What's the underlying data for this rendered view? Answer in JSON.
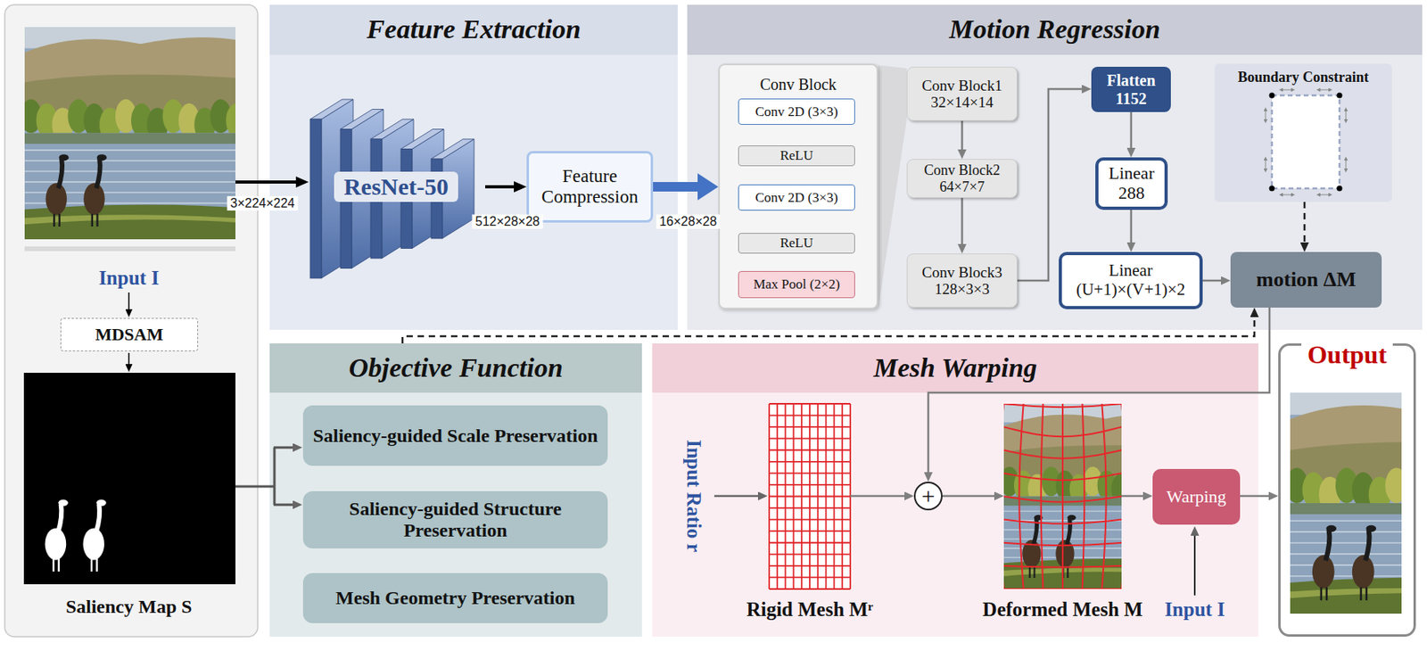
{
  "diagram": {
    "nodes": [
      {
        "text": [
          "MDSAM"
        ]
      },
      {
        "text": [
          "Feature Extraction"
        ]
      },
      {
        "text": [
          "ResNet-50"
        ],
        "in": 1
      },
      {
        "text": [
          "Feature Compression"
        ],
        "in": 1
      },
      {
        "text": [
          "Motion Regression"
        ]
      },
      {
        "text": [
          "Conv Block"
        ],
        "in": 4
      },
      {
        "text": [
          "Conv 2D (3×3)"
        ],
        "in": 5
      },
      {
        "text": [
          "ReLU"
        ],
        "in": 5
      },
      {
        "text": [
          "Conv 2D (3×3)"
        ],
        "in": 5
      },
      {
        "text": [
          "ReLU"
        ],
        "in": 5
      },
      {
        "text": [
          "Max Pool (2×2)"
        ],
        "in": 5
      },
      {
        "text": [
          "Conv Block1",
          "32×14×14"
        ],
        "in": 4
      },
      {
        "text": [
          "Conv Block2",
          "64×7×7"
        ],
        "in": 4
      },
      {
        "text": [
          "Conv Block3",
          "128×3×3"
        ],
        "in": 4
      },
      {
        "text": [
          "Flatten",
          "1152"
        ],
        "in": 4
      },
      {
        "text": [
          "Linear",
          "288"
        ],
        "in": 4
      },
      {
        "text": [
          "Linear",
          "(U+1)×(V+1)×2"
        ],
        "in": 4
      },
      {
        "text": [
          "Boundary Constraint"
        ],
        "in": 4
      },
      {
        "text": [
          "motion ΔM"
        ],
        "in": 4
      },
      {
        "text": [
          "Objective Function"
        ]
      },
      {
        "text": [
          "Saliency-guided Scale Preservation"
        ],
        "in": 19
      },
      {
        "text": [
          "Saliency-guided Structure Preservation"
        ],
        "in": 19
      },
      {
        "text": [
          "Mesh Geometry Preservation"
        ],
        "in": 19
      },
      {
        "text": [
          "Mesh Warping"
        ]
      },
      {
        "text": [
          "Rigid Mesh Mʳ"
        ],
        "in": 23
      },
      {
        "text": [
          "+"
        ],
        "in": 23
      },
      {
        "text": [
          "Deformed Mesh M"
        ],
        "in": 23
      },
      {
        "text": [
          "Warping"
        ],
        "in": 23
      },
      {
        "text": [
          "Output"
        ]
      }
    ],
    "edges": [
      {
        "from": 2,
        "to": 3,
        "arrow": "to"
      },
      {
        "from": 3,
        "to": 5,
        "arrow": "to"
      },
      {
        "from": 11,
        "to": 12,
        "arrow": "to"
      },
      {
        "from": 12,
        "to": 13,
        "arrow": "to"
      },
      {
        "from": 13,
        "to": 14,
        "arrow": "to"
      },
      {
        "from": 14,
        "to": 15,
        "arrow": "to"
      },
      {
        "from": 15,
        "to": 16,
        "arrow": "to"
      },
      {
        "from": 16,
        "to": 18,
        "arrow": "to"
      },
      {
        "from": 17,
        "to": 18,
        "arrow": "to"
      },
      {
        "from": 19,
        "to": 18,
        "arrow": "to"
      },
      {
        "from": 18,
        "to": 25,
        "arrow": "to"
      },
      {
        "from": 24,
        "to": 25,
        "arrow": "to"
      },
      {
        "from": 25,
        "to": 26,
        "arrow": "to"
      },
      {
        "from": 26,
        "to": 27,
        "arrow": "to"
      },
      {
        "from": 27,
        "to": 28,
        "arrow": "to"
      }
    ],
    "labels": [
      "Input I",
      "Saliency Map S",
      "3×224×224",
      "512×28×28",
      "16×28×28",
      "Input Ratio r",
      "Input I"
    ]
  }
}
